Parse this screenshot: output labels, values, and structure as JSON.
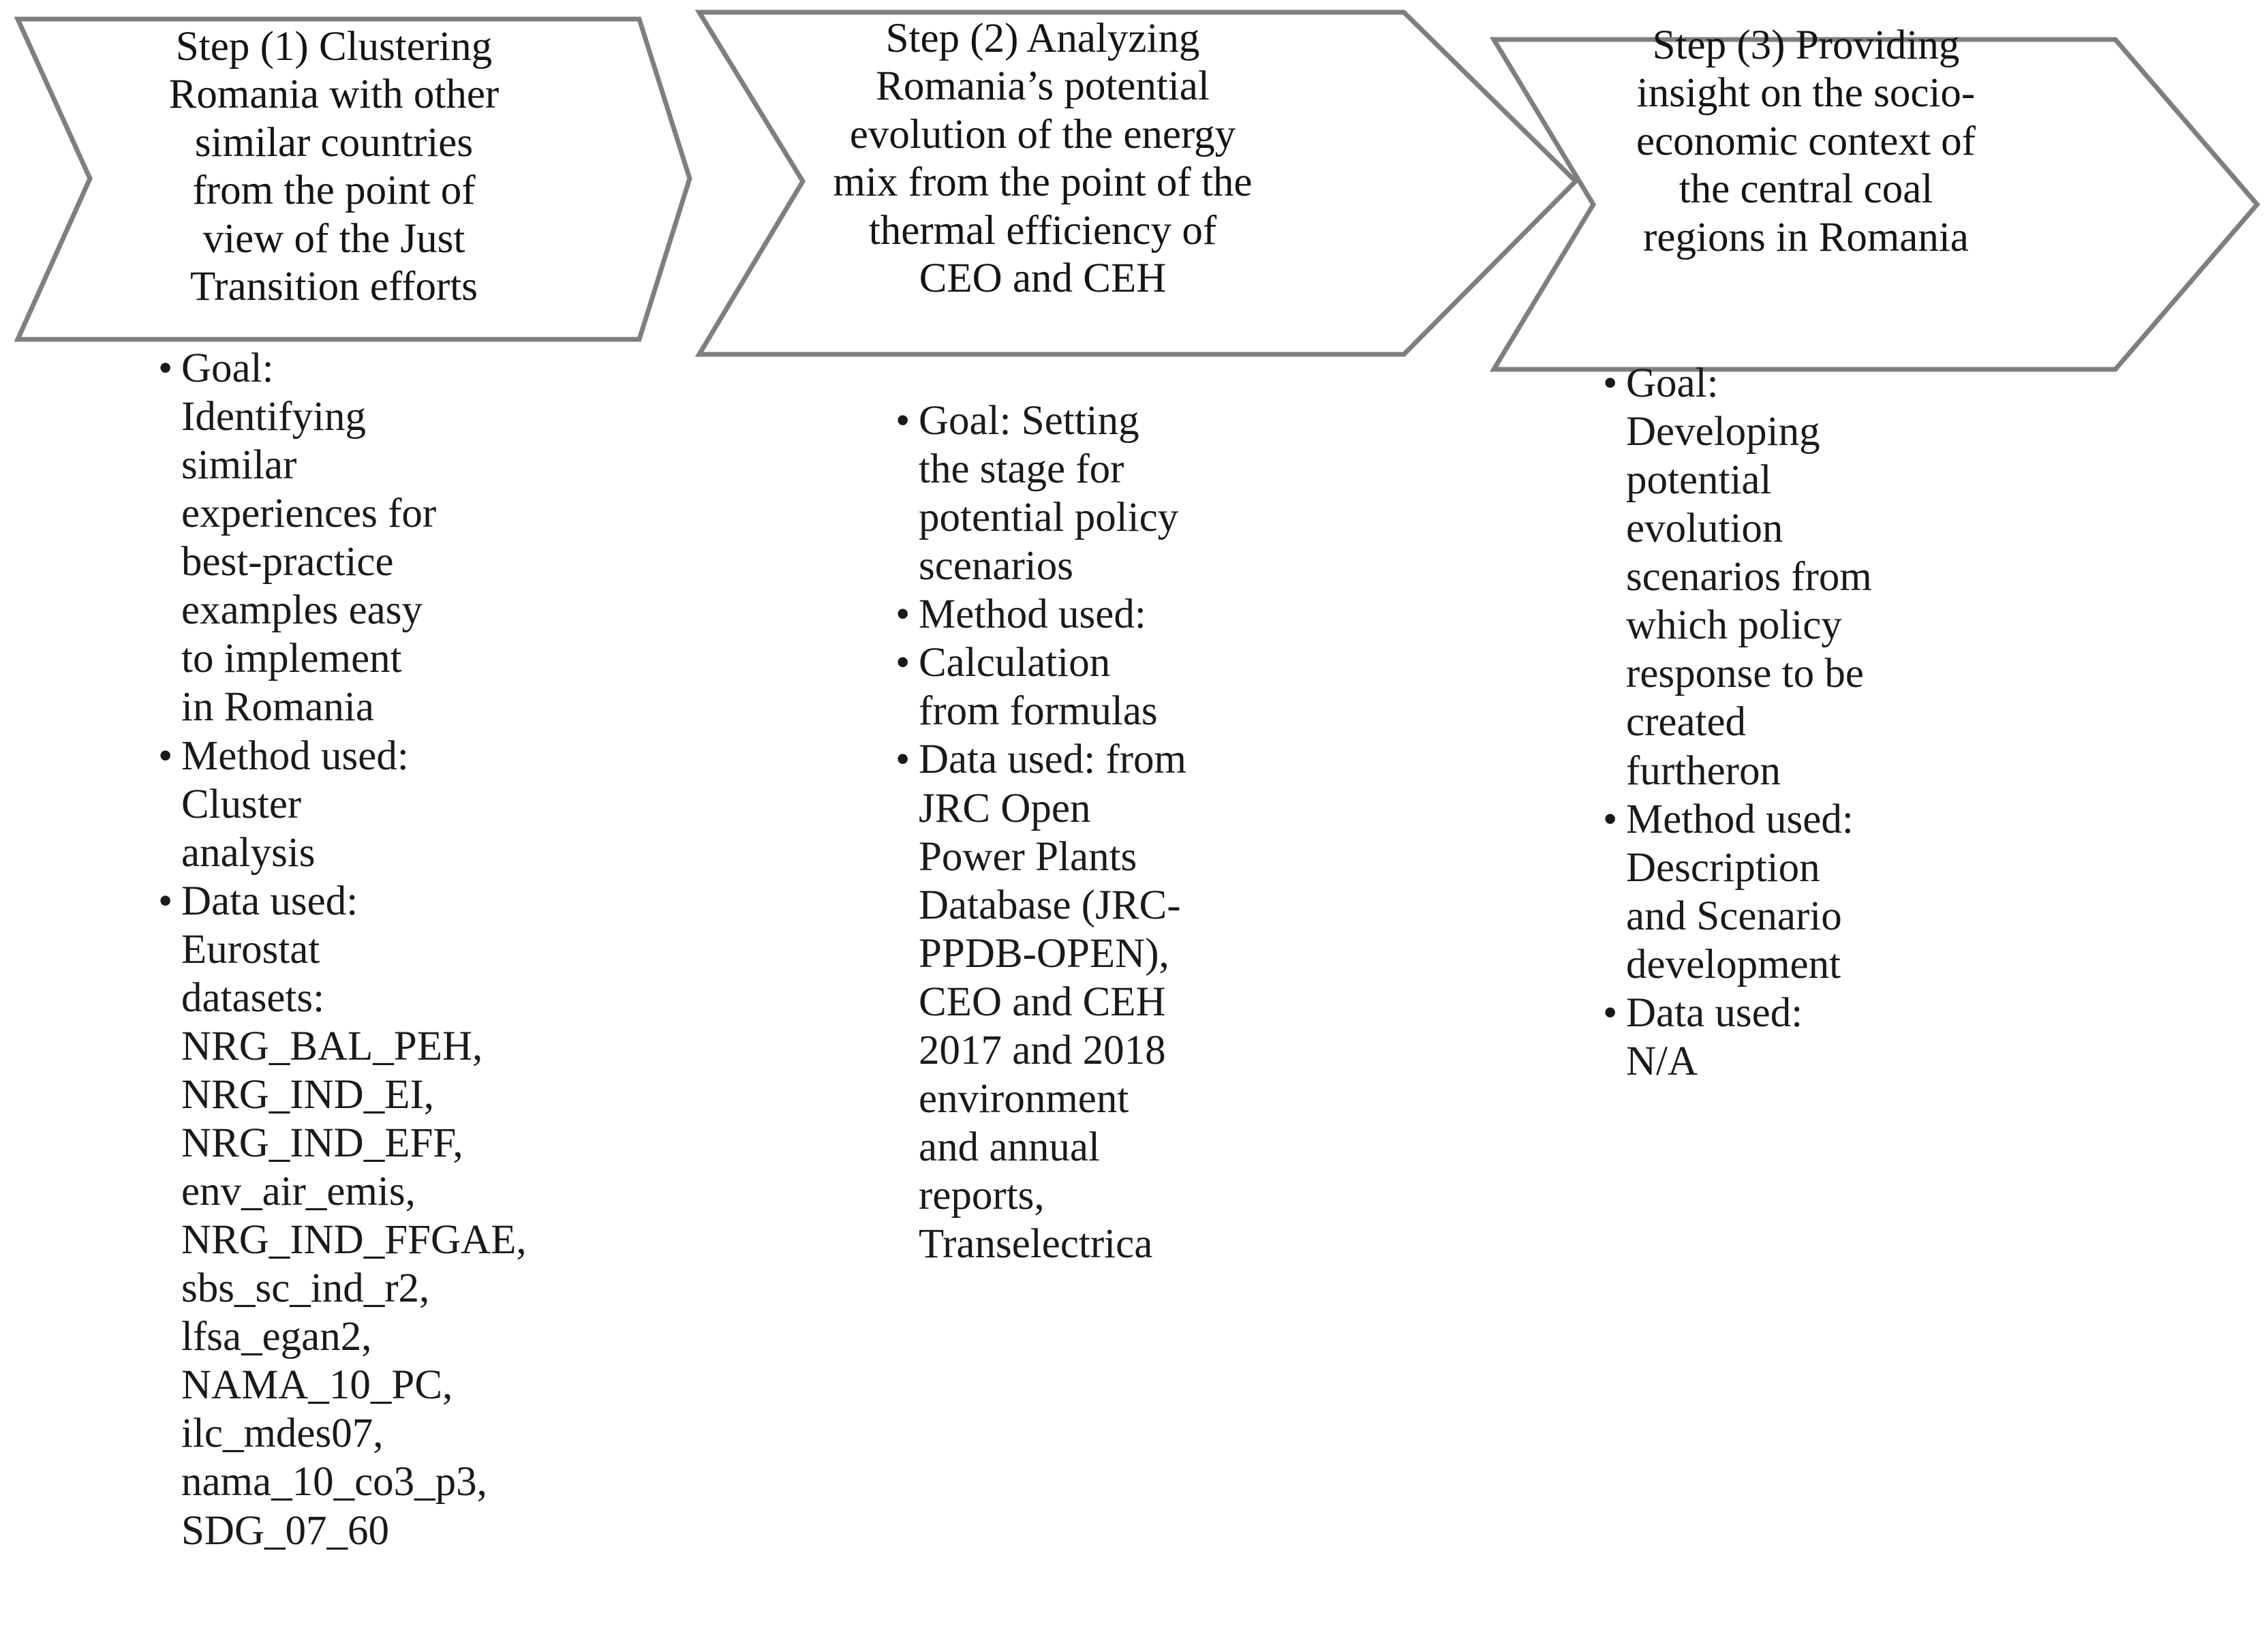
{
  "diagram": {
    "type": "three-step-chevron-process",
    "style": {
      "border_color": "#7f7f7f",
      "fill_color": "#ffffff",
      "text_color": "#141414",
      "background": "#ffffff"
    },
    "bullet_glyph": "•"
  },
  "steps": [
    {
      "id": "step-1",
      "title": "Step (1) Clustering\nRomania with other\nsimilar countries\nfrom the point of\nview of the Just\nTransition efforts",
      "bullets": [
        {
          "label": "Goal",
          "text": "Goal: Identifying similar experiences for best-practice examples easy to implement in Romania"
        },
        {
          "label": "Method used",
          "text": "Method used: Cluster analysis"
        },
        {
          "label": "Data used",
          "text": "Data used: Eurostat datasets: NRG_BAL_PEH, NRG_IND_EI, NRG_IND_EFF, env_air_emis, NRG_IND_FFGAE, sbs_sc_ind_r2, lfsa_egan2, NAMA_10_PC, ilc_mdes07, nama_10_co3_p3, SDG_07_60"
        }
      ],
      "datasets": [
        "NRG_BAL_PEH",
        "NRG_IND_EI",
        "NRG_IND_EFF",
        "env_air_emis",
        "NRG_IND_FFGAE",
        "sbs_sc_ind_r2",
        "lfsa_egan2",
        "NAMA_10_PC",
        "ilc_mdes07",
        "nama_10_co3_p3",
        "SDG_07_60"
      ]
    },
    {
      "id": "step-2",
      "title": "Step (2) Analyzing\nRomania’s potential\nevolution of the energy\nmix from the point of the\nthermal efficiency of\nCEO and CEH",
      "bullets": [
        {
          "label": "Goal",
          "text": "Goal: Setting the stage for potential policy scenarios"
        },
        {
          "label": "Method used",
          "text": "Method used:"
        },
        {
          "label": "Calculation",
          "text": " Calculation from formulas"
        },
        {
          "label": "Data used",
          "text": "Data used: from JRC Open Power Plants Database (JRC-PPDB-OPEN), CEO and CEH 2017 and 2018 environment and annual reports, Transelectrica"
        }
      ]
    },
    {
      "id": "step-3",
      "title": "Step (3) Providing\ninsight on the socio-\neconomic context of\nthe central coal\nregions in Romania",
      "bullets": [
        {
          "label": "Goal",
          "text": "Goal: Developing potential evolution scenarios from which policy response to be created furtheron"
        },
        {
          "label": "Method used",
          "text": "Method used: Description and Scenario development"
        },
        {
          "label": "Data used",
          "text": "Data used: N/A"
        }
      ]
    }
  ]
}
